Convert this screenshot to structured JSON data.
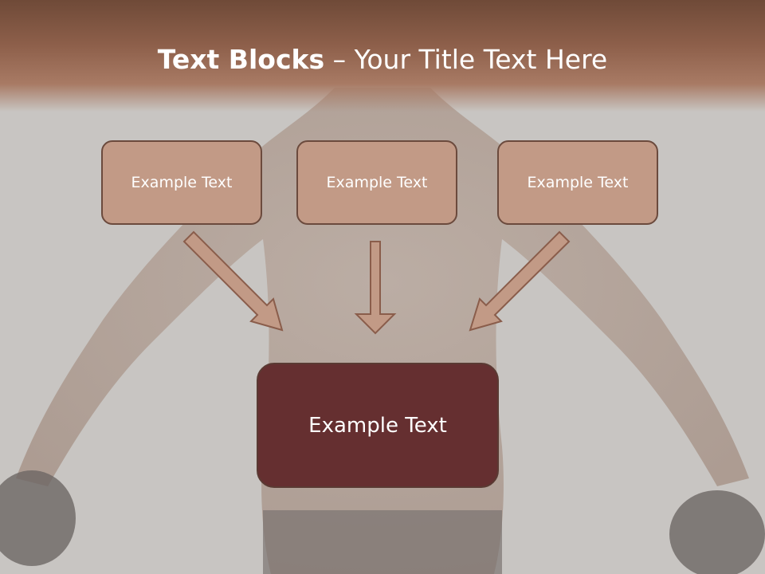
{
  "title": {
    "bold": "Text Blocks",
    "dash": " – ",
    "rest": "Your Title Text Here"
  },
  "boxes": {
    "left": "Example Text",
    "middle": "Example Text",
    "right": "Example Text",
    "main": "Example Text"
  },
  "colors": {
    "header": "#8d5f4a",
    "box_fill": "#c29a86",
    "box_border": "#6b4a3d",
    "main_fill": "#652f30",
    "arrow_fill": "#c29a86",
    "arrow_stroke": "#8a5d4b"
  }
}
